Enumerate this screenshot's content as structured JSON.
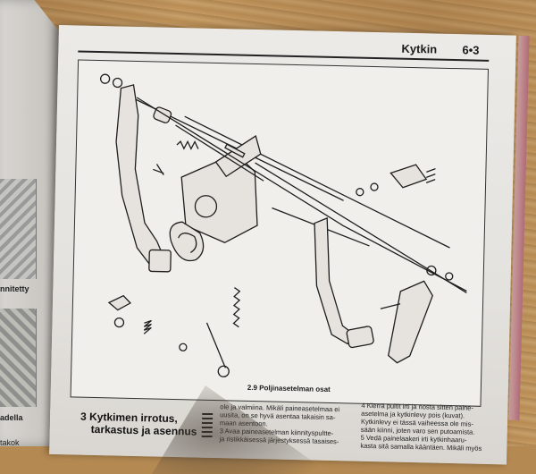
{
  "left_page": {
    "caption_top": "nnitetty",
    "caption_bottom": "adella",
    "caption_bottom2": "takok"
  },
  "right_page": {
    "header": {
      "title": "Kytkin",
      "page_number": "6•3"
    },
    "figure": {
      "caption": "2.9 Poljinasetelman osat"
    },
    "section": {
      "number": "3",
      "title_line1": "Kytkimen irrotus,",
      "title_line2": "tarkastus ja asennus"
    },
    "column_middle": [
      "ole ja valmiina. Mikäli paineasetelmaa ei",
      "uusita, on se hyvä asentaa takaisin sa-",
      "maan asentoon.",
      "3 Avaa paineasetelman kiinnityspultte-",
      "ja ristikkäisessä järjestyksessä tasaises-"
    ],
    "column_right": [
      "4 Kierrä pultit irti ja nosta sitten paine-",
      "asetelma ja kytkinlevy pois (kuvat).",
      "Kytkinlevy ei tässä vaiheessa ole mis-",
      "sään kiinni, joten varo sen putoamista.",
      "5 Vedä painelaakeri irti kytkinhaaru-",
      "kasta sitä samalla kääntäen. Mikäli myös"
    ]
  },
  "colors": {
    "desk": "#b58a52",
    "paper": "#e8e6e2",
    "ink": "#1e1e1e",
    "page_edge_accent": "#b06b78"
  }
}
